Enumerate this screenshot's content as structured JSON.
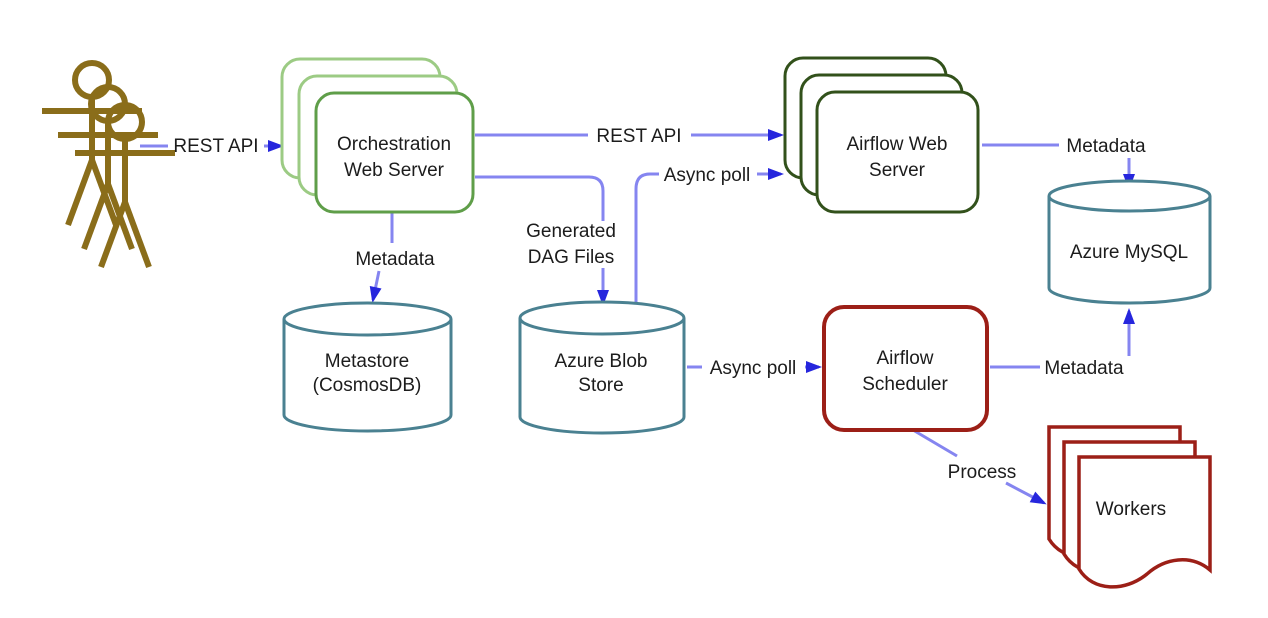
{
  "diagram": {
    "nodes": {
      "orchestration_web_server": {
        "line1": "Orchestration",
        "line2": "Web Server"
      },
      "airflow_web_server": {
        "line1": "Airflow Web",
        "line2": "Server"
      },
      "metastore": {
        "line1": "Metastore",
        "line2": "(CosmosDB)"
      },
      "azure_blob_store": {
        "line1": "Azure Blob",
        "line2": "Store"
      },
      "azure_mysql": {
        "label": "Azure MySQL"
      },
      "airflow_scheduler": {
        "line1": "Airflow",
        "line2": "Scheduler"
      },
      "workers": {
        "label": "Workers"
      }
    },
    "edges": {
      "users_rest_api": {
        "label": "REST API"
      },
      "orchestration_rest_api": {
        "label": "REST API"
      },
      "async_poll_web": {
        "label": "Async poll"
      },
      "generated_dag_files": {
        "line1": "Generated",
        "line2": "DAG Files"
      },
      "metadata_metastore": {
        "label": "Metadata"
      },
      "async_poll_scheduler": {
        "label": "Async poll"
      },
      "metadata_scheduler": {
        "label": "Metadata"
      },
      "metadata_web": {
        "label": "Metadata"
      },
      "process": {
        "label": "Process"
      }
    },
    "colors": {
      "edge_line": "#8585f0",
      "edge_arrowhead": "#2626dd",
      "stack_light_green": "#9ccb84",
      "stack_green": "#5f9e49",
      "stack_dark_green": "#32511b",
      "cylinder_teal": "#4a8191",
      "scheduler_red": "#9c1f17",
      "actor_gold": "#8a6d1a",
      "text": "#1c1c1c",
      "background": "#ffffff"
    }
  }
}
